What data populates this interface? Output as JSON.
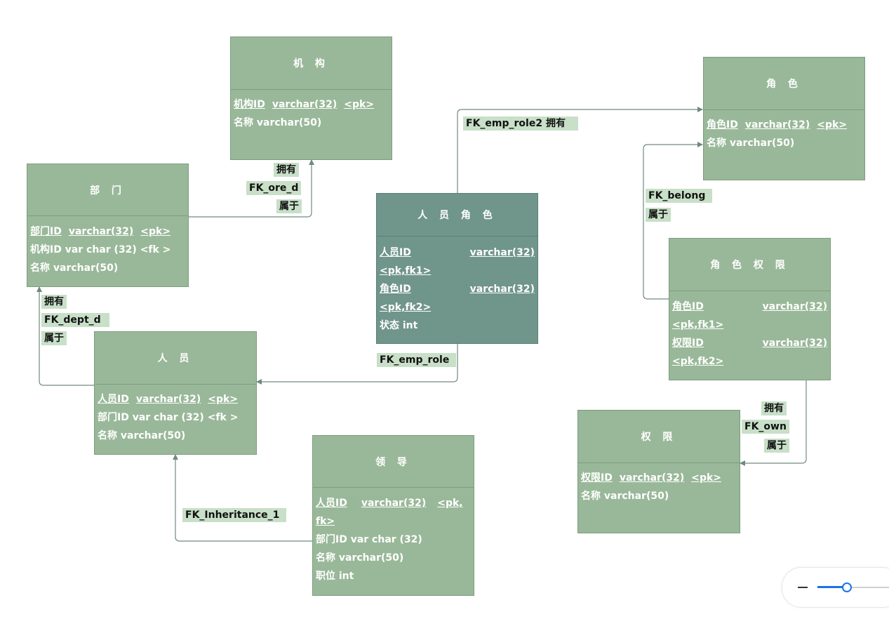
{
  "entities": {
    "jigou": {
      "title": "机 构",
      "r1": {
        "a": "机构ID",
        "b": "varchar(32)",
        "c": "<pk>"
      },
      "r2": "名称 varchar(50)"
    },
    "bumen": {
      "title": "部 门",
      "r1": {
        "a": "部门ID",
        "b": "varchar(32)",
        "c": "<pk>"
      },
      "r2": "机构ID var char (32)   <fk >",
      "r3": "名称 varchar(50)"
    },
    "renyuan": {
      "title": "人 员",
      "r1": {
        "a": "人员ID",
        "b": "varchar(32)",
        "c": "<pk>"
      },
      "r2": "部门ID var char (32)   <fk >",
      "r3": "名称 varchar(50)"
    },
    "lingdao": {
      "title": "领 导",
      "r1": {
        "a": "人员ID",
        "b": "varchar(32)",
        "c": "<pk,"
      },
      "r1b": "fk>",
      "r2": "部门ID var char (32)",
      "r3": "名称 varchar(50)",
      "r4": "职位 int"
    },
    "renyuanjuese": {
      "title": "人 员 角 色",
      "r1": {
        "a": "人员ID",
        "b": "varchar(32)"
      },
      "r1b": "<pk,fk1>",
      "r2": {
        "a": "角色ID",
        "b": "varchar(32)"
      },
      "r2b": "<pk,fk2>",
      "r3": "状态 int"
    },
    "juese": {
      "title": "角 色",
      "r1": {
        "a": "角色ID",
        "b": "varchar(32)",
        "c": "<pk>"
      },
      "r2": "名称 varchar(50)"
    },
    "juesequanxian": {
      "title": "角 色 权 限",
      "r1": {
        "a": "角色ID",
        "b": "varchar(32)"
      },
      "r1b": "<pk,fk1>",
      "r2": {
        "a": "权限ID",
        "b": "varchar(32)"
      },
      "r2b": "<pk,fk2>"
    },
    "quanxian": {
      "title": "权 限",
      "r1": {
        "a": "权限ID",
        "b": "varchar(32)",
        "c": "<pk>"
      },
      "r2": "名称 varchar(50)"
    }
  },
  "labels": {
    "yongyou1": "拥有",
    "fk_ore_d": "FK_ore_d",
    "shuyu1": "属于",
    "fk_emp_role2": "FK_emp_role2 拥有",
    "fk_belong": "FK_belong",
    "shuyu2": "属于",
    "yongyou2": "拥有",
    "fk_dept_d": "FK_dept_d",
    "shuyu3": "属于",
    "fk_emp_role": "FK_emp_role",
    "yongyou3": "拥有",
    "fk_own": "FK_own",
    "shuyu4": "属于",
    "fk_inheritance_1": "FK_Inheritance_1"
  },
  "colors": {
    "entity": "#99b899",
    "entity_dark": "#70958a",
    "label_bg": "#c8dfc8",
    "line": "#6f8a7f",
    "zoom_accent": "#1a73e8"
  },
  "zoom": {
    "level": 0.3
  }
}
